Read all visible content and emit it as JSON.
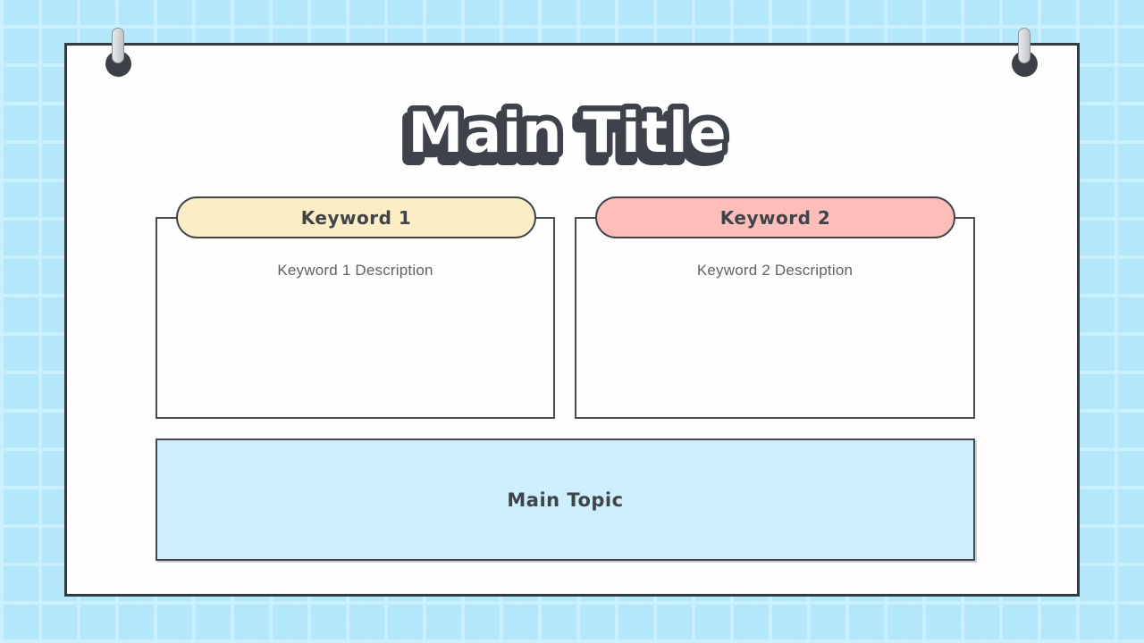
{
  "slide": {
    "title": "Main Title",
    "columns": [
      {
        "keyword": "Keyword 1",
        "description": "Keyword 1 Description",
        "header_color": "#fbedc4"
      },
      {
        "keyword": "Keyword 2",
        "description": "Keyword 2 Description",
        "header_color": "#fdbeb9"
      }
    ],
    "main_topic": {
      "label": "Main Topic",
      "fill_color": "#cdeffb"
    },
    "decorations": {
      "left_icon": "push-pin-icon",
      "right_icon": "push-pin-icon"
    },
    "colors": {
      "background_tile": "#b2e8f9",
      "background_grid_line": "#c9f0fc",
      "card_background": "#fefefe",
      "outline_dark": "#3b4048",
      "title_fill": "#ffffff",
      "title_outline": "#3e424a",
      "description_text": "#5f6368",
      "pin_head": "#3b3f46",
      "pin_stem": "#d7d8da"
    }
  }
}
